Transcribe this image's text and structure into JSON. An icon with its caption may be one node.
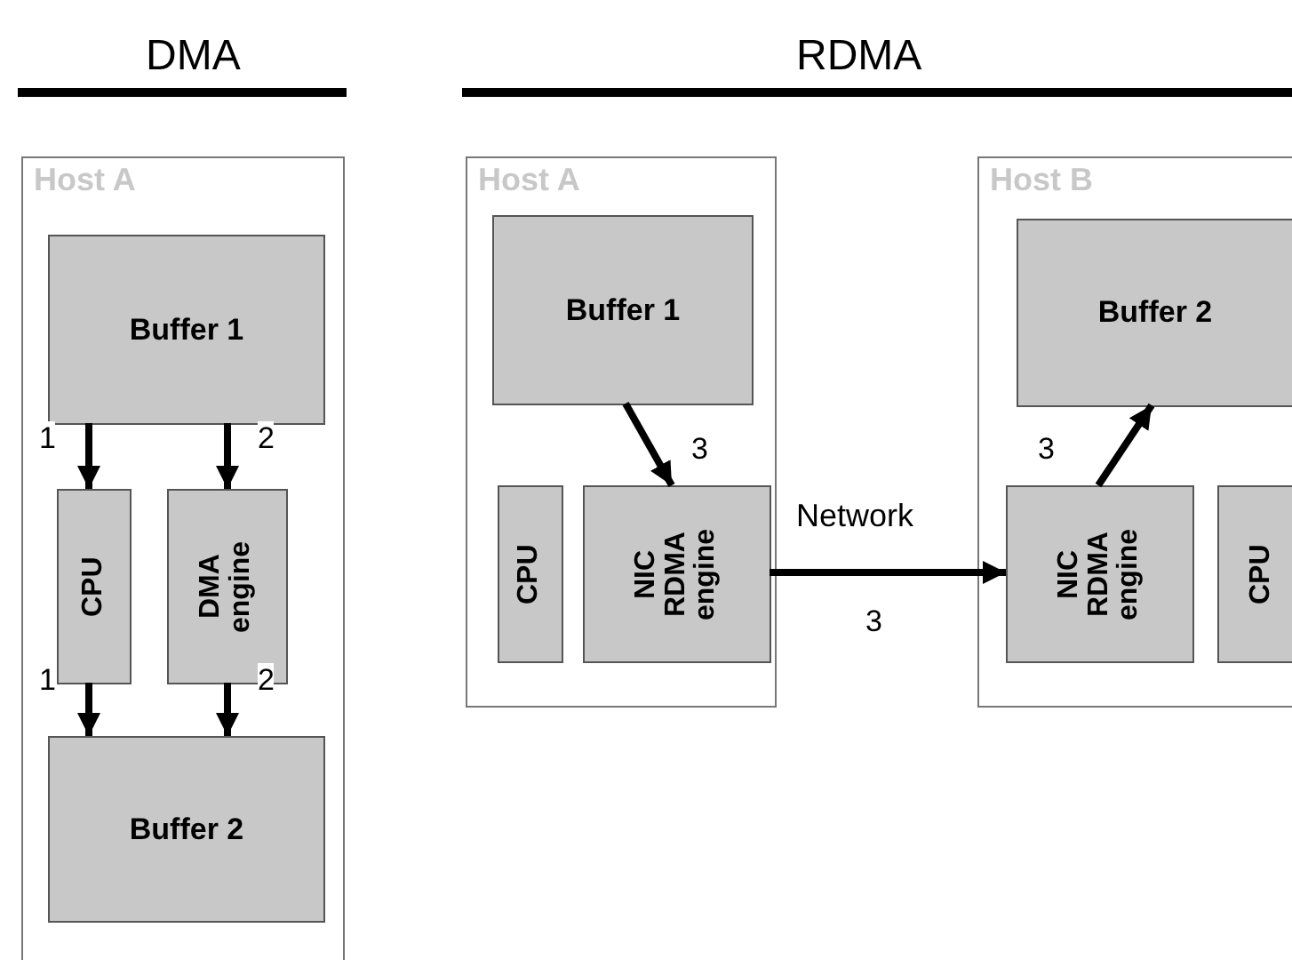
{
  "diagram": {
    "nodes": [
      {
        "text": [
          "Host A"
        ]
      },
      {
        "text": [
          "Buffer 1"
        ],
        "in": 0
      },
      {
        "text": [
          "CPU"
        ],
        "in": 0
      },
      {
        "text": [
          "DMA engine"
        ],
        "in": 0
      },
      {
        "text": [
          "Buffer 2"
        ],
        "in": 0
      },
      {
        "text": [
          "Host A"
        ]
      },
      {
        "text": [
          "Buffer 1"
        ],
        "in": 5
      },
      {
        "text": [
          "CPU"
        ],
        "in": 5
      },
      {
        "text": [
          "NIC RDMA engine"
        ],
        "in": 5
      },
      {
        "text": [
          "Host B"
        ]
      },
      {
        "text": [
          "Buffer 2"
        ],
        "in": 9
      },
      {
        "text": [
          "NIC RDMA engine"
        ],
        "in": 9
      },
      {
        "text": [
          "CPU"
        ],
        "in": 9
      }
    ],
    "edges": [
      {
        "from": 1,
        "to": 2,
        "arrow": "to",
        "label": "1"
      },
      {
        "from": 1,
        "to": 3,
        "arrow": "to",
        "label": "2"
      },
      {
        "from": 2,
        "to": 4,
        "arrow": "to",
        "label": "1"
      },
      {
        "from": 3,
        "to": 4,
        "arrow": "to",
        "label": "2"
      },
      {
        "from": 6,
        "to": 8,
        "arrow": "to",
        "label": "3"
      },
      {
        "from": 8,
        "to": 11,
        "arrow": "to",
        "label": "3"
      },
      {
        "from": 11,
        "to": 10,
        "arrow": "to",
        "label": "3"
      }
    ],
    "labels": [
      "DMA",
      "RDMA",
      "Network"
    ]
  }
}
